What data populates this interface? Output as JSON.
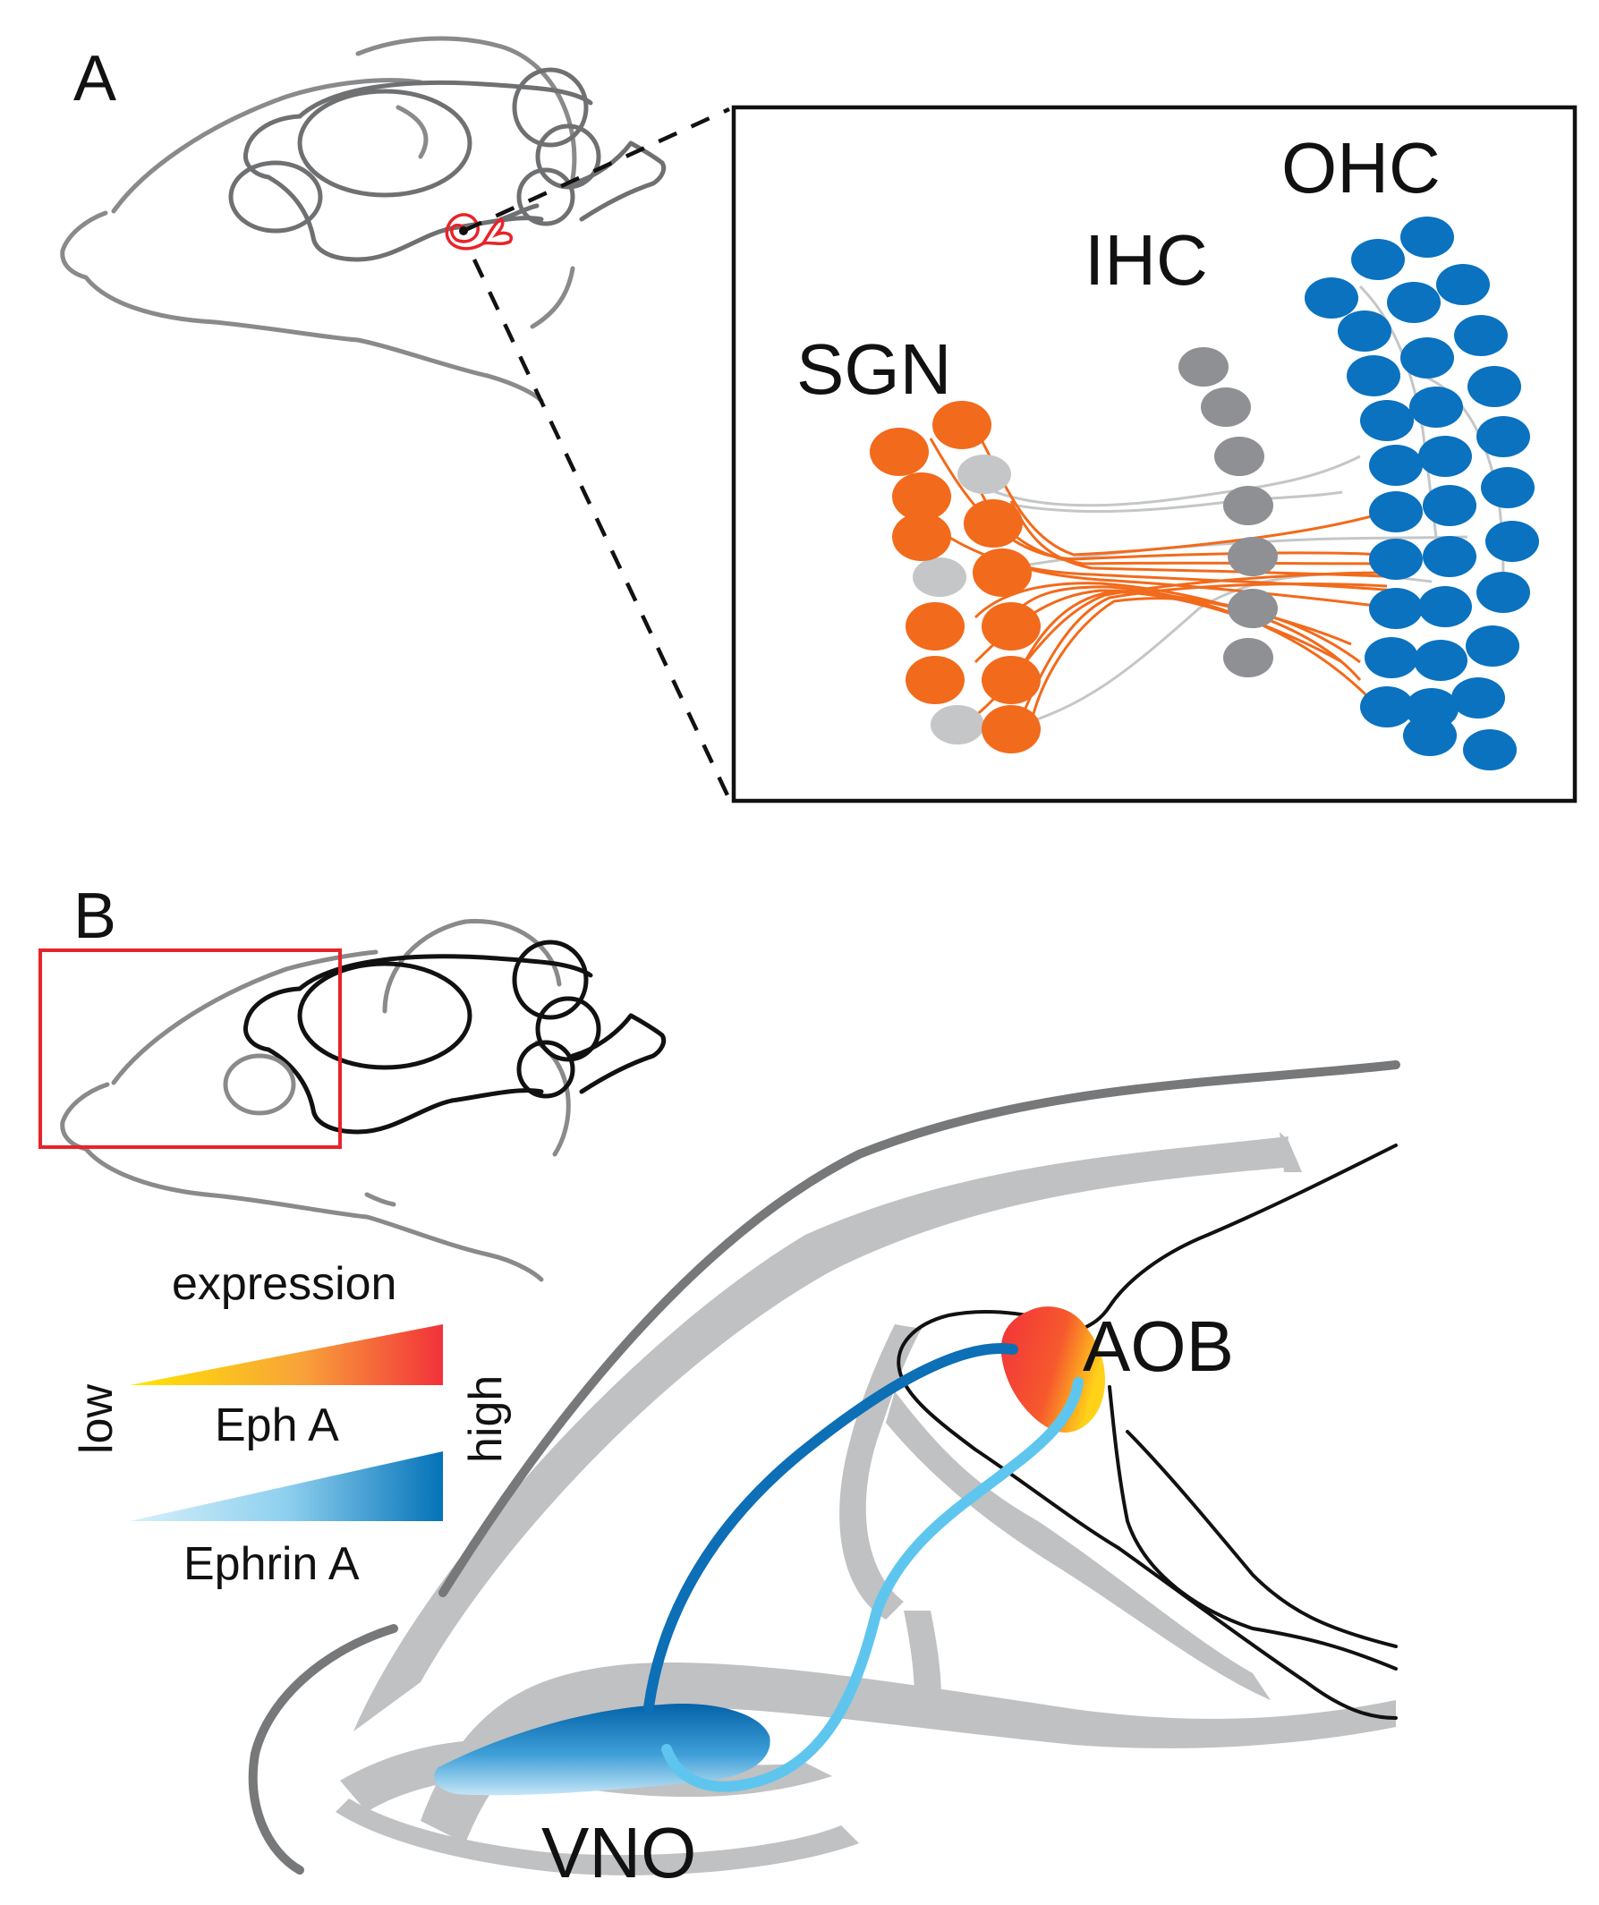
{
  "panels": {
    "a": {
      "letter": "A",
      "labels": {
        "sgn": "SGN",
        "ihc": "IHC",
        "ohc": "OHC"
      }
    },
    "b": {
      "letter": "B",
      "legend": {
        "expression": "expression",
        "low": "low",
        "high": "high",
        "eph": "Eph A",
        "ephrin": "Ephrin A"
      },
      "labels": {
        "aob": "AOB",
        "vno": "VNO"
      }
    }
  },
  "colors": {
    "outline_gray": "#8a8a8a",
    "outline_black": "#111111",
    "sgn_orange": "#f26a1b",
    "sgn_gray": "#c4c6c8",
    "ihc_gray": "#8f9093",
    "ohc_blue": "#0a72bf",
    "fill_gray": "#bfc1c3",
    "blue_dark": "#0d6fb5",
    "blue_light": "#5ec6ee",
    "eph_low": "#ffe100",
    "eph_high": "#f2323a",
    "ephrin_low": "#bfe6f7",
    "ephrin_high": "#0472b8",
    "highlight_red": "#e8232a"
  }
}
